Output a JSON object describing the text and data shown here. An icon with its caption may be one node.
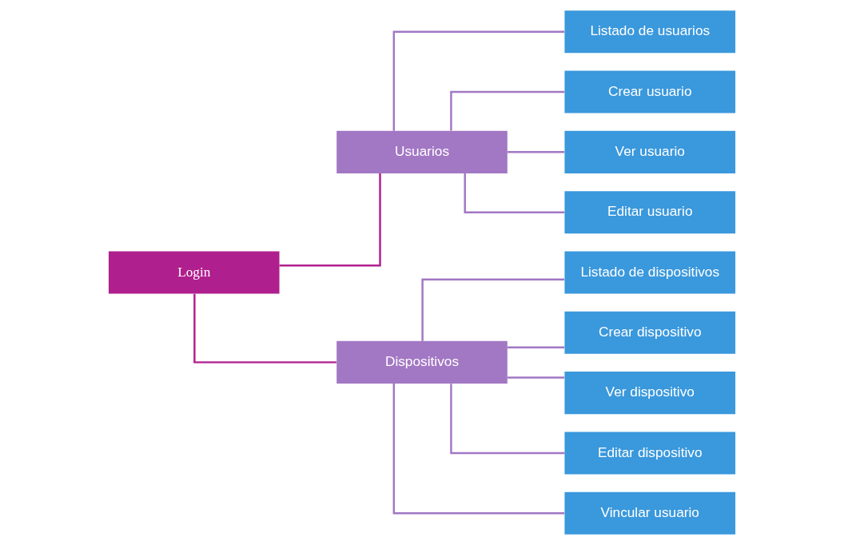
{
  "diagram": {
    "nodes": [
      {
        "text": [
          "Login"
        ]
      },
      {
        "text": [
          "Usuarios"
        ]
      },
      {
        "text": [
          "Dispositivos"
        ]
      },
      {
        "text": [
          "Listado de usuarios"
        ]
      },
      {
        "text": [
          "Crear usuario"
        ]
      },
      {
        "text": [
          "Ver usuario"
        ]
      },
      {
        "text": [
          "Editar usuario"
        ]
      },
      {
        "text": [
          "Listado de dispositivos"
        ]
      },
      {
        "text": [
          "Crear dispositivo"
        ]
      },
      {
        "text": [
          "Ver dispositivo"
        ]
      },
      {
        "text": [
          "Editar dispositivo"
        ]
      },
      {
        "text": [
          "Vincular usuario"
        ]
      }
    ],
    "edges": [
      {
        "from": 0,
        "to": 1,
        "arrow": "none",
        "color": "#b01f8e"
      },
      {
        "from": 0,
        "to": 2,
        "arrow": "none",
        "color": "#b01f8e"
      },
      {
        "from": 1,
        "to": 3,
        "arrow": "none"
      },
      {
        "from": 1,
        "to": 4,
        "arrow": "none"
      },
      {
        "from": 1,
        "to": 5,
        "arrow": "none"
      },
      {
        "from": 1,
        "to": 6,
        "arrow": "none"
      },
      {
        "from": 2,
        "to": 7,
        "arrow": "none"
      },
      {
        "from": 2,
        "to": 8,
        "arrow": "none"
      },
      {
        "from": 2,
        "to": 9,
        "arrow": "none"
      },
      {
        "from": 2,
        "to": 10,
        "arrow": "none"
      },
      {
        "from": 2,
        "to": 11,
        "arrow": "none"
      }
    ]
  }
}
